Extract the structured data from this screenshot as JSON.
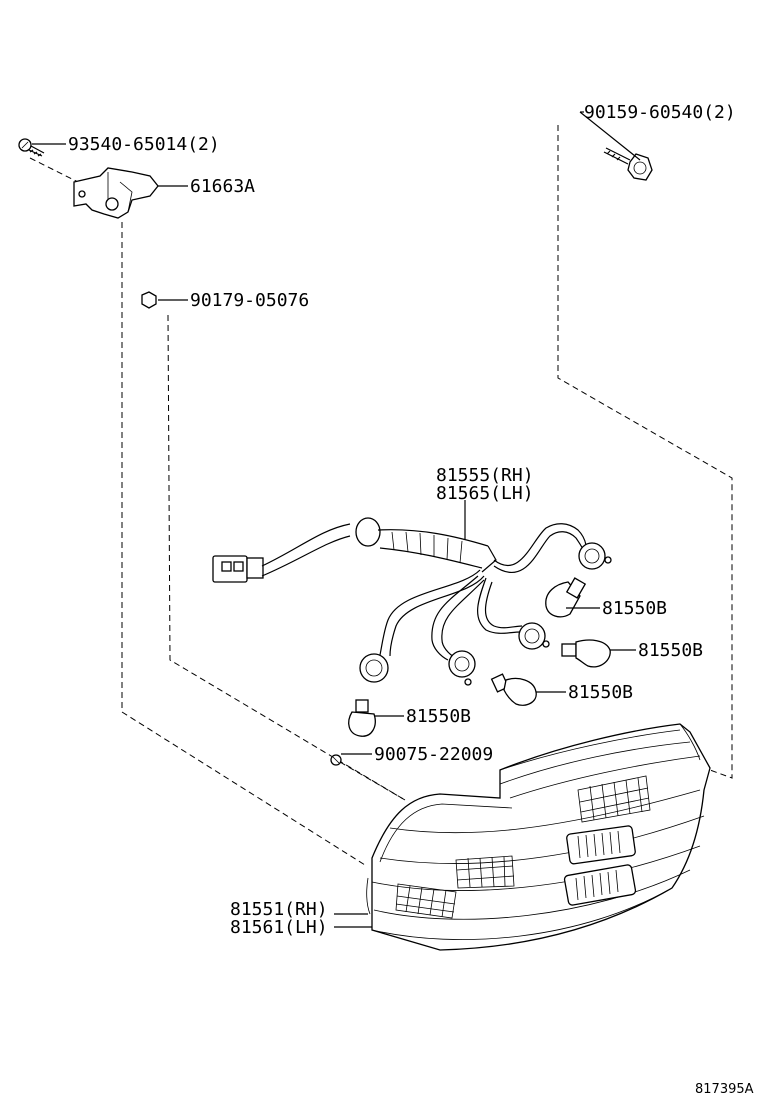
{
  "labels": {
    "screw": "93540-65014(2)",
    "bracket": "61663A",
    "nut_top": "90179-05076",
    "bolt": "90159-60540(2)",
    "socket_rh": "81555(RH)",
    "socket_lh": "81565(LH)",
    "bulb1": "81550B",
    "bulb2": "81550B",
    "bulb3": "81550B",
    "bulb4": "81550B",
    "nut_small": "90075-22009",
    "lamp_rh": "81551(RH)",
    "lamp_lh": "81561(LH)"
  },
  "diagram_code": "817395A"
}
